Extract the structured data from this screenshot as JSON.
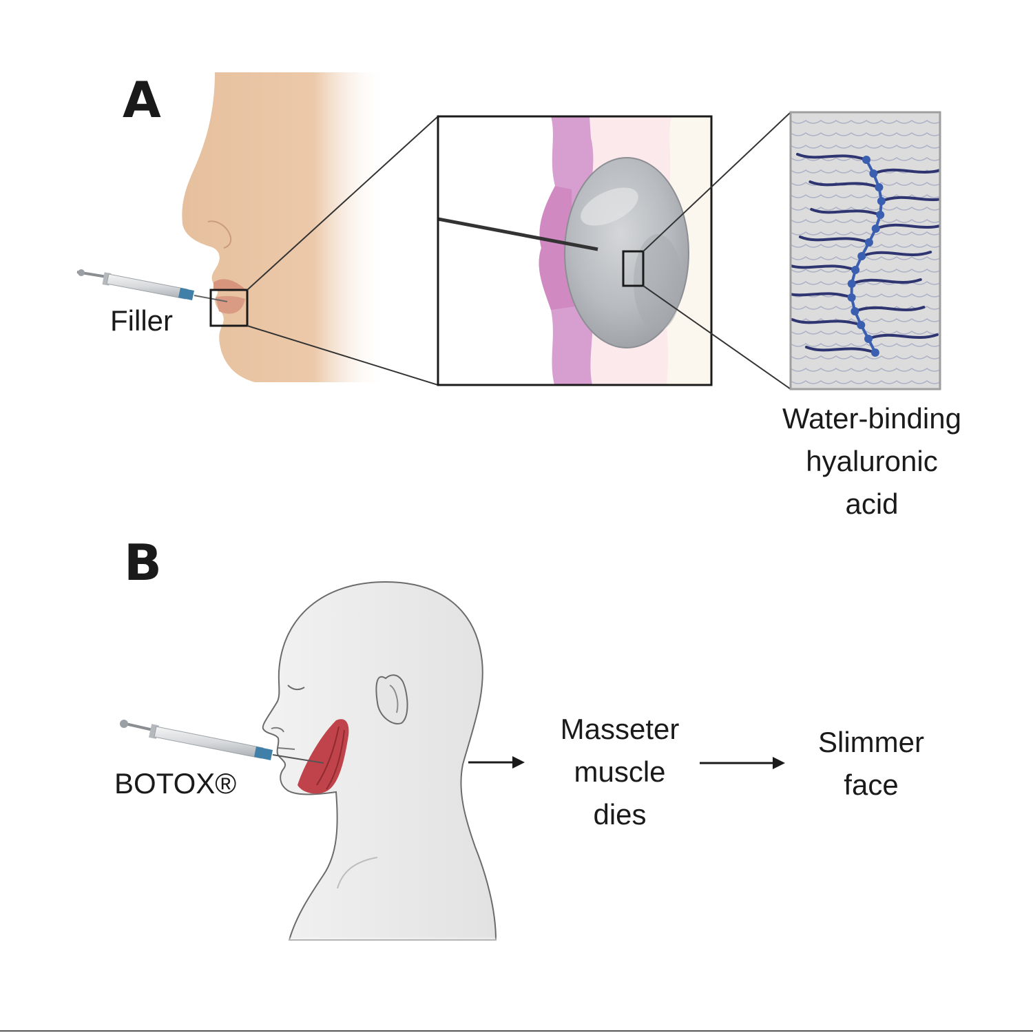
{
  "panel_a": {
    "letter": "A",
    "injection_label": "Filler",
    "caption_lines": [
      "Water-binding",
      "hyaluronic",
      "acid"
    ]
  },
  "panel_b": {
    "letter": "B",
    "injection_label": "BOTOX®",
    "step1_lines": [
      "Masseter",
      "muscle",
      "dies"
    ],
    "step2_lines": [
      "Slimmer",
      "face"
    ]
  },
  "colors": {
    "skin": "#e8c4a4",
    "head_gray": "#ececec",
    "muscle_red": "#c0424a",
    "dermis_pink": "#d99ac8",
    "gel_gray": "#b9bcc0",
    "ha_chain_blue": "#2e3570",
    "outline": "#222222"
  }
}
